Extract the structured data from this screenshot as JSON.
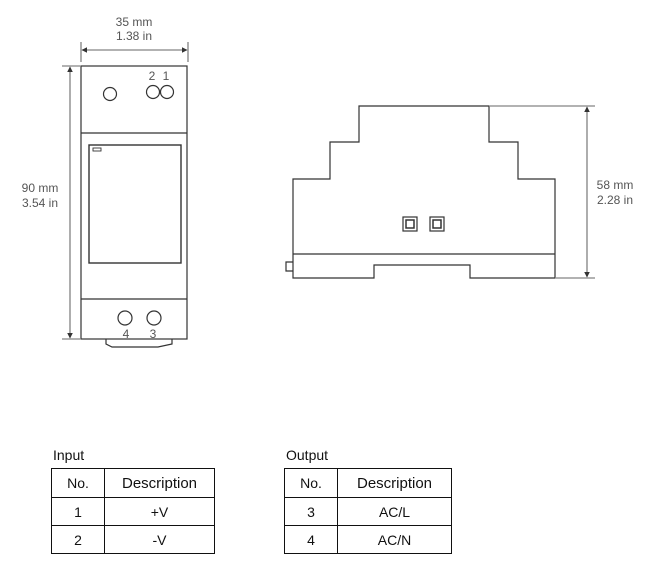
{
  "front_view": {
    "width_mm": "35 mm",
    "width_in": "1.38 in",
    "height_mm": "90 mm",
    "height_in": "3.54 in",
    "top_terminal_labels": [
      "2",
      "1"
    ],
    "bottom_terminal_labels": [
      "4",
      "3"
    ]
  },
  "side_view": {
    "height_mm": "58 mm",
    "height_in": "2.28 in"
  },
  "input_table": {
    "title": "Input",
    "headers": [
      "No.",
      "Description"
    ],
    "rows": [
      {
        "no": "1",
        "description": "+V"
      },
      {
        "no": "2",
        "description": "-V"
      }
    ]
  },
  "output_table": {
    "title": "Output",
    "headers": [
      "No.",
      "Description"
    ],
    "rows": [
      {
        "no": "3",
        "description": "AC/L"
      },
      {
        "no": "4",
        "description": "AC/N"
      }
    ]
  }
}
